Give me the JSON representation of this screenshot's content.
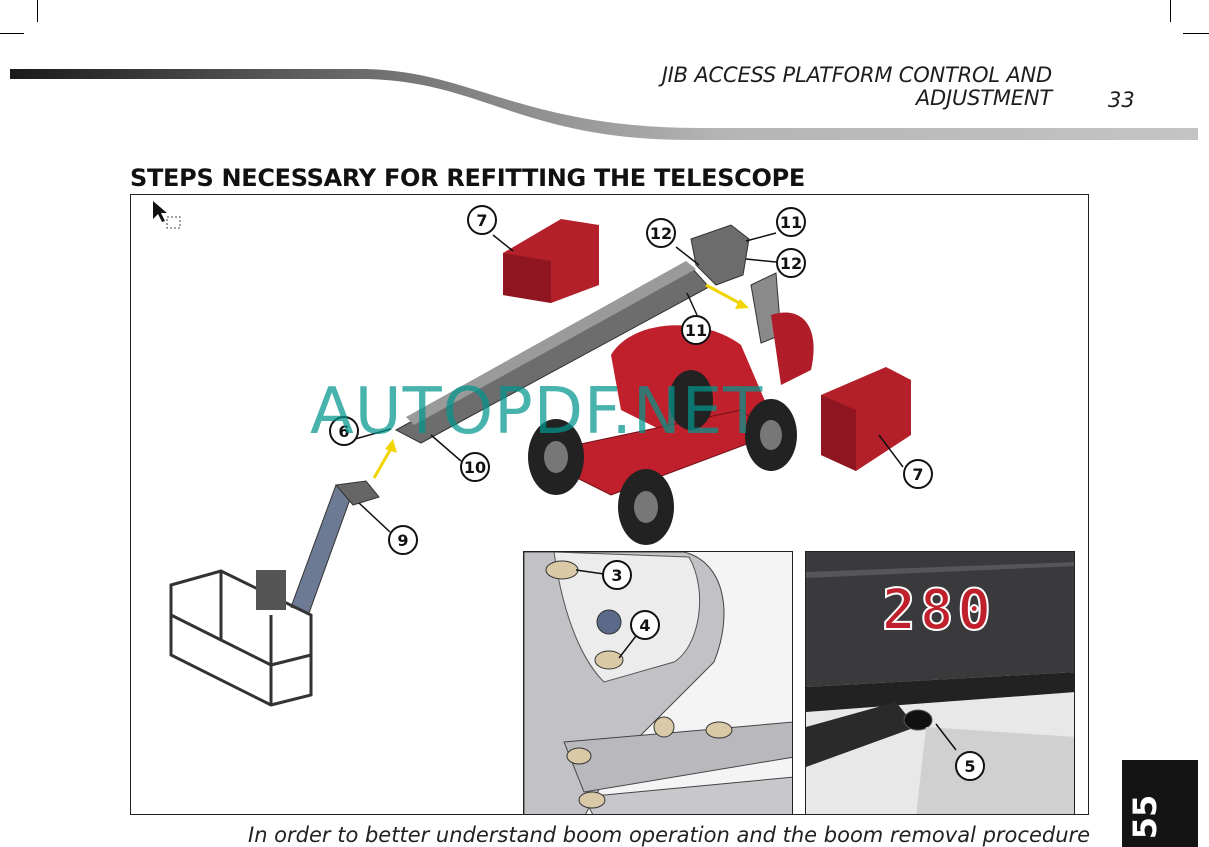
{
  "header": {
    "title_line1": "JIB ACCESS PLATFORM CONTROL AND",
    "title_line2": "ADJUSTMENT",
    "page_number": "33"
  },
  "section": {
    "title": "STEPS NECESSARY FOR REFITTING THE TELESCOPE"
  },
  "figure": {
    "callouts": [
      "7",
      "12",
      "11",
      "12",
      "11",
      "6",
      "10",
      "9",
      "7",
      "3",
      "4",
      "5"
    ],
    "inset_right_text": "280",
    "watermark": "AUTOPDF.NET"
  },
  "caption": "In order to better understand boom operation and the boom removal procedure",
  "side_tab": "55",
  "colors": {
    "machine_red": "#c0202c",
    "arrow_yellow": "#f2d500",
    "watermark": "#00968c",
    "tab_black": "#141414"
  }
}
